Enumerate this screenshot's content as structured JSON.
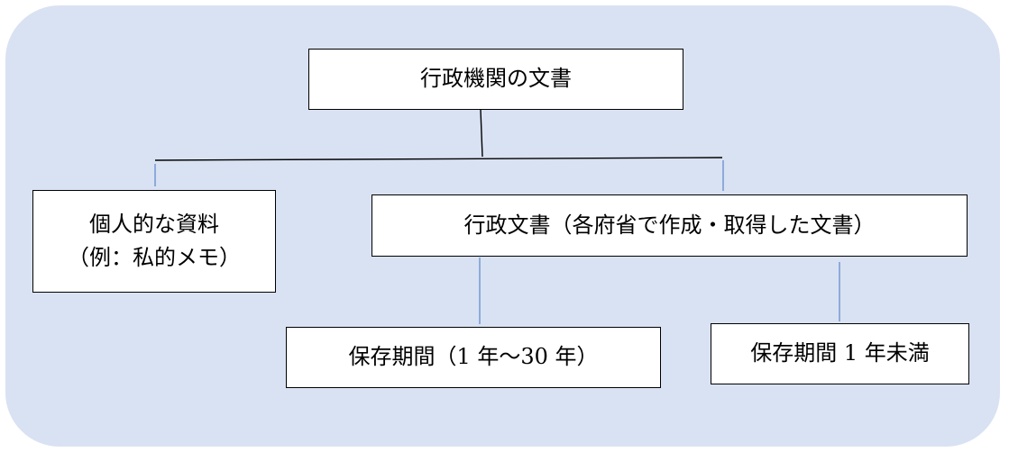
{
  "diagram": {
    "root": {
      "label": "行政機関の文書"
    },
    "personal": {
      "line1": "個人的な資料",
      "line2": "（例：私的メモ）"
    },
    "admin": {
      "label": "行政文書（各府省で作成・取得した文書）"
    },
    "retention_long": {
      "label": "保存期間（1 年～30 年）"
    },
    "retention_short": {
      "label": "保存期間 1 年未満"
    }
  },
  "colors": {
    "panel": "#d9e2f2",
    "box_fill": "#ffffff",
    "box_border": "#000000",
    "main_connector": "#000000",
    "branch_connector": "#4472c4"
  }
}
